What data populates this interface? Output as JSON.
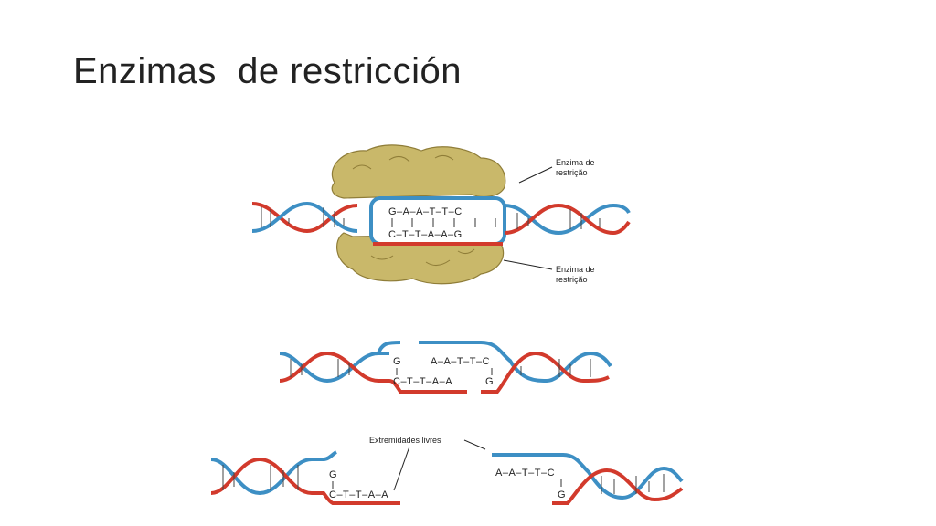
{
  "slide": {
    "title": "Enzimas  de restricción"
  },
  "figure": {
    "stage1": {
      "enzyme_label_top": [
        "Enzima de",
        "restrição"
      ],
      "enzyme_label_bottom": [
        "Enzima de",
        "restrição"
      ],
      "top_sequence": "G–A–A–T–T–C",
      "bottom_sequence": "C–T–T–A–A–G"
    },
    "stage2": {
      "left_top": "G",
      "left_bottom": "C–T–T–A–A",
      "right_top": "A–A–T–T–C",
      "right_bottom": "G"
    },
    "stage3": {
      "free_ends_label": "Extremidades livres",
      "left_top": "G",
      "left_bottom": "C–T–T–A–A",
      "right_top": "A–A–T–T–C",
      "right_bottom": "G"
    },
    "colors": {
      "strand_red": "#d23a2c",
      "strand_blue": "#3d8fc4",
      "enzyme": "#c9b86a",
      "enzyme_dark": "#8f7d38"
    }
  }
}
